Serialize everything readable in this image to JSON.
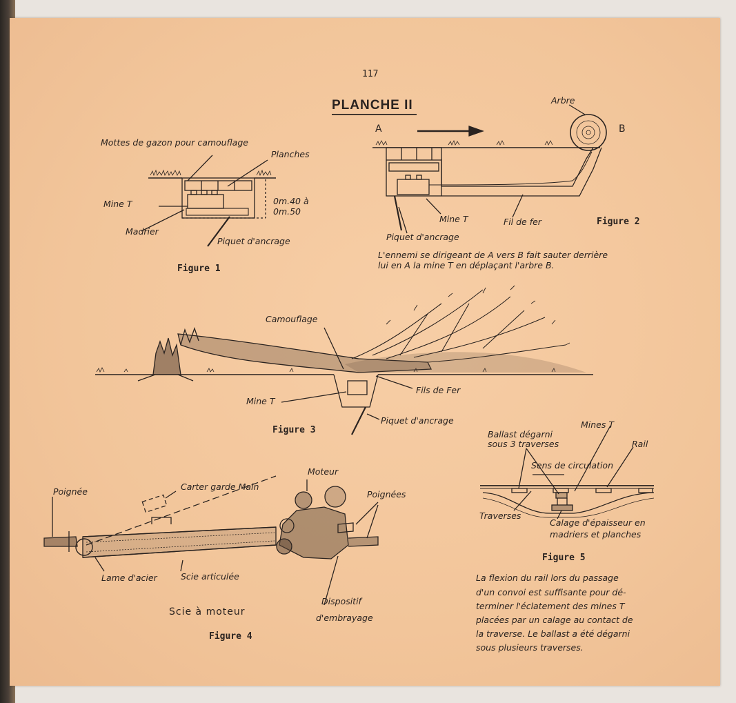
{
  "page": {
    "number": "117",
    "title": "PLANCHE II"
  },
  "fig1": {
    "caption": "Figure 1",
    "label_mottes": "Mottes de gazon pour camouflage",
    "label_planches": "Planches",
    "label_mine": "Mine T",
    "label_depth1": "0m.40 à",
    "label_depth2": "0m.50",
    "label_madrier": "Madrier",
    "label_piquet": "Piquet d'ancrage"
  },
  "fig2": {
    "caption": "Figure 2",
    "label_a": "A",
    "label_b": "B",
    "label_arbre": "Arbre",
    "label_mine": "Mine T",
    "label_fil": "Fil de fer",
    "label_piquet": "Piquet d'ancrage",
    "note_line1": "L'ennemi se dirigeant de A vers B fait sauter derrière",
    "note_line2": "lui en A la mine T en déplaçant l'arbre B."
  },
  "fig3": {
    "caption": "Figure 3",
    "label_camouflage": "Camouflage",
    "label_mine": "Mine T",
    "label_fils": "Fils de Fer",
    "label_piquet": "Piquet d'ancrage"
  },
  "fig4": {
    "caption": "Figure 4",
    "subtitle": "Scie à moteur",
    "label_poignee": "Poignée",
    "label_carter": "Carter garde Main",
    "label_moteur": "Moteur",
    "label_poignees": "Poignées",
    "label_lame": "Lame d'acier",
    "label_scie": "Scie articulée",
    "label_dispositif1": "Dispositif",
    "label_dispositif2": "d'embrayage"
  },
  "fig5": {
    "caption": "Figure 5",
    "label_ballast1": "Ballast dégarni",
    "label_ballast2": "sous 3 traverses",
    "label_mines": "Mines T",
    "label_rail": "Rail",
    "label_sens": "Sens de circulation",
    "label_traverses": "Traverses",
    "label_calage1": "Calage d'épaisseur en",
    "label_calage2": "madriers et planches",
    "note_lines": [
      "La flexion du rail lors du passage",
      "d'un convoi est suffisante pour dé-",
      "terminer l'éclatement des mines T",
      "placées par un calage au contact de",
      "la traverse. Le ballast a été dégarni",
      "sous plusieurs traverses."
    ]
  },
  "colors": {
    "paper": "#f4c9a0",
    "ink": "#2a2320"
  }
}
